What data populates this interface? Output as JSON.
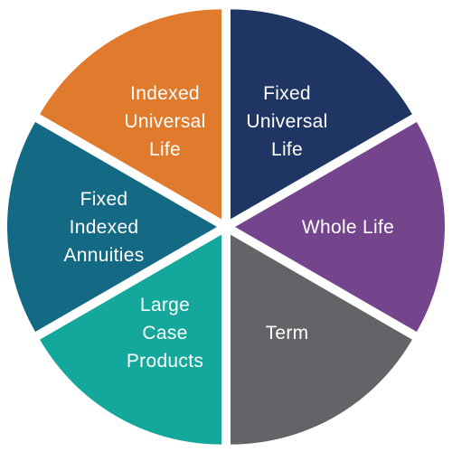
{
  "diagram": {
    "segments": [
      {
        "key": "fixed_universal_life",
        "lines": [
          "Fixed",
          "Universal",
          "Life"
        ],
        "color": "#1f3563"
      },
      {
        "key": "whole_life",
        "lines": [
          "Whole Life"
        ],
        "color": "#74448c"
      },
      {
        "key": "term",
        "lines": [
          "Term"
        ],
        "color": "#646468"
      },
      {
        "key": "large_case_products",
        "lines": [
          "Large",
          "Case",
          "Products"
        ],
        "color": "#14a89c"
      },
      {
        "key": "fixed_indexed_annuities",
        "lines": [
          "Fixed",
          "Indexed",
          "Annuities"
        ],
        "color": "#146a84"
      },
      {
        "key": "indexed_universal_life",
        "lines": [
          "Indexed",
          "Universal",
          "Life"
        ],
        "color": "#e07a2c"
      }
    ]
  }
}
